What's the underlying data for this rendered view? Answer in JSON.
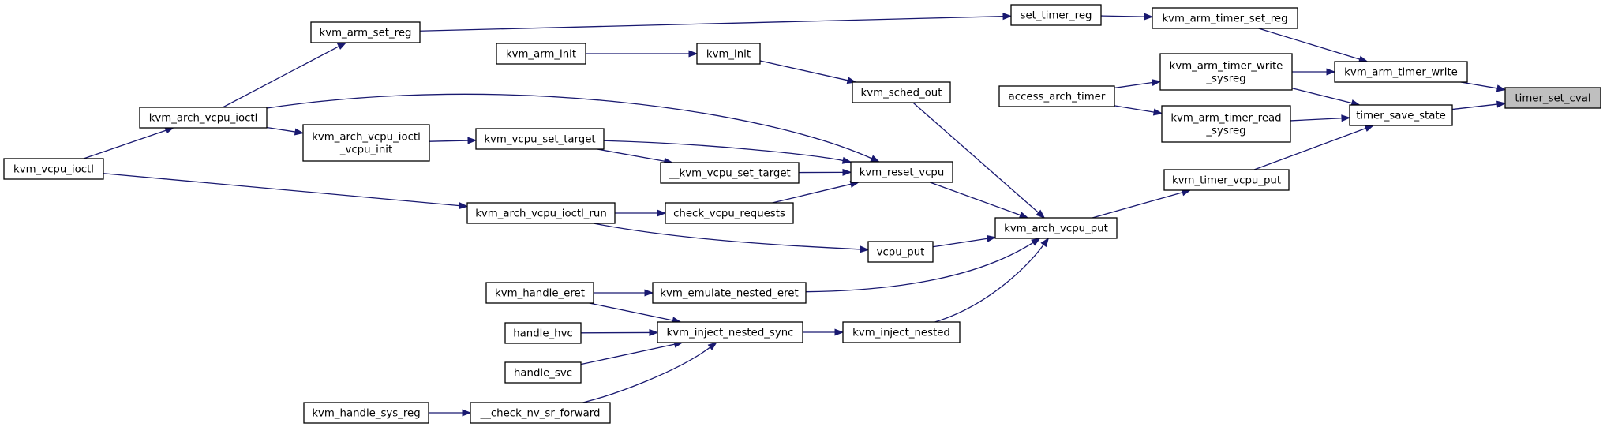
{
  "nodes": [
    {
      "id": "timer_set_cval",
      "lines": [
        "timer_set_cval"
      ],
      "highlight": true
    },
    {
      "id": "kvm_arm_timer_write",
      "lines": [
        "kvm_arm_timer_write"
      ]
    },
    {
      "id": "timer_save_state",
      "lines": [
        "timer_save_state"
      ]
    },
    {
      "id": "kvm_arm_timer_set_reg",
      "lines": [
        "kvm_arm_timer_set_reg"
      ]
    },
    {
      "id": "kvm_arm_timer_write_sysreg",
      "lines": [
        "kvm_arm_timer_write",
        "_sysreg"
      ]
    },
    {
      "id": "kvm_arm_timer_read_sysreg",
      "lines": [
        "kvm_arm_timer_read",
        "_sysreg"
      ]
    },
    {
      "id": "kvm_timer_vcpu_put",
      "lines": [
        "kvm_timer_vcpu_put"
      ]
    },
    {
      "id": "set_timer_reg",
      "lines": [
        "set_timer_reg"
      ]
    },
    {
      "id": "access_arch_timer",
      "lines": [
        "access_arch_timer"
      ]
    },
    {
      "id": "kvm_arch_vcpu_put",
      "lines": [
        "kvm_arch_vcpu_put"
      ]
    },
    {
      "id": "kvm_arm_set_reg",
      "lines": [
        "kvm_arm_set_reg"
      ]
    },
    {
      "id": "kvm_sched_out",
      "lines": [
        "kvm_sched_out"
      ]
    },
    {
      "id": "kvm_reset_vcpu",
      "lines": [
        "kvm_reset_vcpu"
      ]
    },
    {
      "id": "vcpu_put",
      "lines": [
        "vcpu_put"
      ]
    },
    {
      "id": "kvm_emulate_nested_eret",
      "lines": [
        "kvm_emulate_nested_eret"
      ]
    },
    {
      "id": "kvm_inject_nested",
      "lines": [
        "kvm_inject_nested"
      ]
    },
    {
      "id": "kvm_init",
      "lines": [
        "kvm_init"
      ]
    },
    {
      "id": "kvm_arm_init",
      "lines": [
        "kvm_arm_init"
      ]
    },
    {
      "id": "kvm_arch_vcpu_ioctl",
      "lines": [
        "kvm_arch_vcpu_ioctl"
      ]
    },
    {
      "id": "kvm_vcpu_ioctl",
      "lines": [
        "kvm_vcpu_ioctl"
      ]
    },
    {
      "id": "kvm_vcpu_set_target",
      "lines": [
        "kvm_vcpu_set_target"
      ]
    },
    {
      "id": "__kvm_vcpu_set_target",
      "lines": [
        "__kvm_vcpu_set_target"
      ]
    },
    {
      "id": "check_vcpu_requests",
      "lines": [
        "check_vcpu_requests"
      ]
    },
    {
      "id": "kvm_arch_vcpu_ioctl_vcpu_init",
      "lines": [
        "kvm_arch_vcpu_ioctl",
        "_vcpu_init"
      ]
    },
    {
      "id": "kvm_arch_vcpu_ioctl_run",
      "lines": [
        "kvm_arch_vcpu_ioctl_run"
      ]
    },
    {
      "id": "kvm_handle_eret",
      "lines": [
        "kvm_handle_eret"
      ]
    },
    {
      "id": "kvm_inject_nested_sync",
      "lines": [
        "kvm_inject_nested_sync"
      ]
    },
    {
      "id": "handle_hvc",
      "lines": [
        "handle_hvc"
      ]
    },
    {
      "id": "handle_svc",
      "lines": [
        "handle_svc"
      ]
    },
    {
      "id": "__check_nv_sr_forward",
      "lines": [
        "__check_nv_sr_forward"
      ]
    },
    {
      "id": "kvm_handle_sys_reg",
      "lines": [
        "kvm_handle_sys_reg"
      ]
    }
  ],
  "edges": [
    {
      "from": "kvm_arm_timer_write",
      "to": "timer_set_cval"
    },
    {
      "from": "timer_save_state",
      "to": "timer_set_cval"
    },
    {
      "from": "kvm_arm_timer_set_reg",
      "to": "kvm_arm_timer_write"
    },
    {
      "from": "kvm_arm_timer_write_sysreg",
      "to": "kvm_arm_timer_write"
    },
    {
      "from": "kvm_arm_timer_write_sysreg",
      "to": "timer_save_state"
    },
    {
      "from": "kvm_arm_timer_read_sysreg",
      "to": "timer_save_state"
    },
    {
      "from": "kvm_timer_vcpu_put",
      "to": "timer_save_state"
    },
    {
      "from": "set_timer_reg",
      "to": "kvm_arm_timer_set_reg"
    },
    {
      "from": "access_arch_timer",
      "to": "kvm_arm_timer_write_sysreg"
    },
    {
      "from": "access_arch_timer",
      "to": "kvm_arm_timer_read_sysreg"
    },
    {
      "from": "kvm_arch_vcpu_put",
      "to": "kvm_timer_vcpu_put"
    },
    {
      "from": "kvm_arm_set_reg",
      "to": "set_timer_reg"
    },
    {
      "from": "kvm_sched_out",
      "to": "kvm_arch_vcpu_put"
    },
    {
      "from": "kvm_reset_vcpu",
      "to": "kvm_arch_vcpu_put"
    },
    {
      "from": "vcpu_put",
      "to": "kvm_arch_vcpu_put"
    },
    {
      "from": "kvm_emulate_nested_eret",
      "to": "kvm_arch_vcpu_put"
    },
    {
      "from": "kvm_inject_nested",
      "to": "kvm_arch_vcpu_put"
    },
    {
      "from": "kvm_init",
      "to": "kvm_sched_out"
    },
    {
      "from": "kvm_arm_init",
      "to": "kvm_init"
    },
    {
      "from": "kvm_arch_vcpu_ioctl",
      "to": "kvm_arm_set_reg"
    },
    {
      "from": "kvm_vcpu_ioctl",
      "to": "kvm_arch_vcpu_ioctl"
    },
    {
      "from": "kvm_arch_vcpu_ioctl",
      "to": "kvm_reset_vcpu"
    },
    {
      "from": "kvm_vcpu_set_target",
      "to": "kvm_reset_vcpu"
    },
    {
      "from": "__kvm_vcpu_set_target",
      "to": "kvm_reset_vcpu"
    },
    {
      "from": "check_vcpu_requests",
      "to": "kvm_reset_vcpu"
    },
    {
      "from": "kvm_vcpu_set_target",
      "to": "__kvm_vcpu_set_target"
    },
    {
      "from": "kvm_arch_vcpu_ioctl_vcpu_init",
      "to": "kvm_vcpu_set_target"
    },
    {
      "from": "kvm_arch_vcpu_ioctl",
      "to": "kvm_arch_vcpu_ioctl_vcpu_init"
    },
    {
      "from": "kvm_arch_vcpu_ioctl_run",
      "to": "check_vcpu_requests"
    },
    {
      "from": "kvm_vcpu_ioctl",
      "to": "kvm_arch_vcpu_ioctl_run"
    },
    {
      "from": "kvm_arch_vcpu_ioctl_run",
      "to": "vcpu_put"
    },
    {
      "from": "kvm_handle_eret",
      "to": "kvm_emulate_nested_eret"
    },
    {
      "from": "kvm_inject_nested_sync",
      "to": "kvm_inject_nested"
    },
    {
      "from": "kvm_handle_eret",
      "to": "kvm_inject_nested_sync"
    },
    {
      "from": "handle_hvc",
      "to": "kvm_inject_nested_sync"
    },
    {
      "from": "handle_svc",
      "to": "kvm_inject_nested_sync"
    },
    {
      "from": "__check_nv_sr_forward",
      "to": "kvm_inject_nested_sync"
    },
    {
      "from": "kvm_handle_sys_reg",
      "to": "__check_nv_sr_forward"
    }
  ]
}
